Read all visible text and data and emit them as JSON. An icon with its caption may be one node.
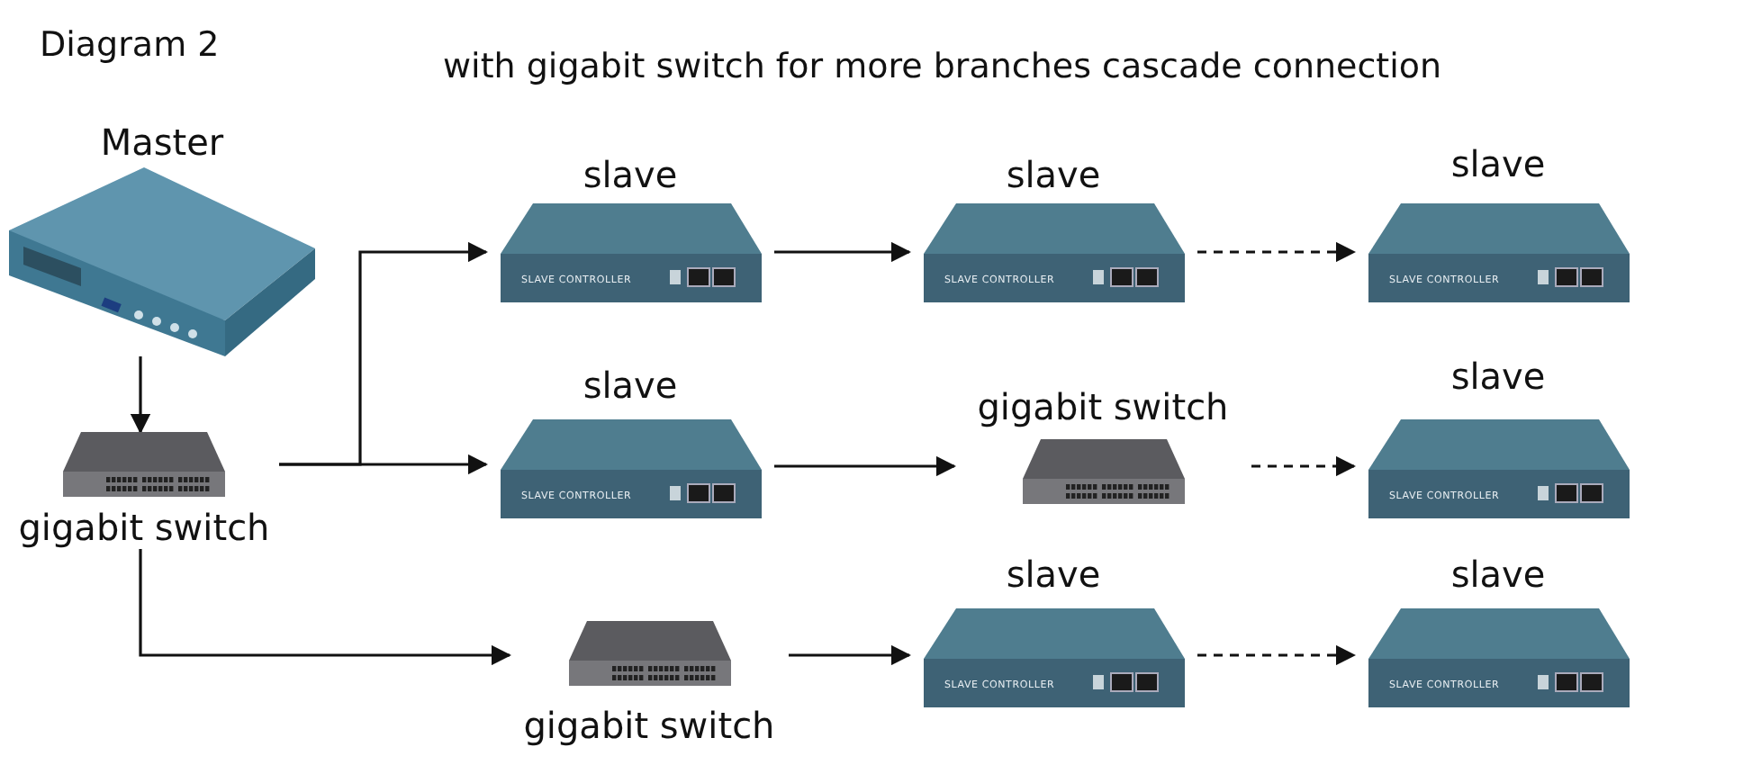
{
  "diagram": {
    "title": "with gigabit switch for more branches cascade connection",
    "nodes": [
      {
        "text": [
          "Master"
        ]
      },
      {
        "text": [
          "gigabit switch"
        ]
      },
      {
        "text": [
          "slave",
          "SLAVE CONTROLLER"
        ]
      },
      {
        "text": [
          "slave",
          "SLAVE CONTROLLER"
        ]
      },
      {
        "text": [
          "slave",
          "SLAVE CONTROLLER"
        ]
      },
      {
        "text": [
          "slave",
          "SLAVE CONTROLLER"
        ]
      },
      {
        "text": [
          "gigabit switch"
        ]
      },
      {
        "text": [
          "slave",
          "SLAVE CONTROLLER"
        ]
      },
      {
        "text": [
          "gigabit switch"
        ]
      },
      {
        "text": [
          "slave",
          "SLAVE CONTROLLER"
        ]
      },
      {
        "text": [
          "slave",
          "SLAVE CONTROLLER"
        ]
      }
    ],
    "edges": [
      {
        "from": 0,
        "to": 1,
        "arrow": "to"
      },
      {
        "from": 1,
        "to": 2,
        "arrow": "to"
      },
      {
        "from": 1,
        "to": 5,
        "arrow": "to"
      },
      {
        "from": 1,
        "to": 8,
        "arrow": "to"
      },
      {
        "from": 2,
        "to": 3,
        "arrow": "to"
      },
      {
        "from": 3,
        "to": 4,
        "arrow": "to",
        "style": "dashed"
      },
      {
        "from": 5,
        "to": 6,
        "arrow": "to"
      },
      {
        "from": 6,
        "to": 7,
        "arrow": "to",
        "style": "dashed"
      },
      {
        "from": 8,
        "to": 9,
        "arrow": "to"
      },
      {
        "from": 9,
        "to": 10,
        "arrow": "to",
        "style": "dashed"
      }
    ],
    "labels": [
      "Diagram 2"
    ]
  }
}
